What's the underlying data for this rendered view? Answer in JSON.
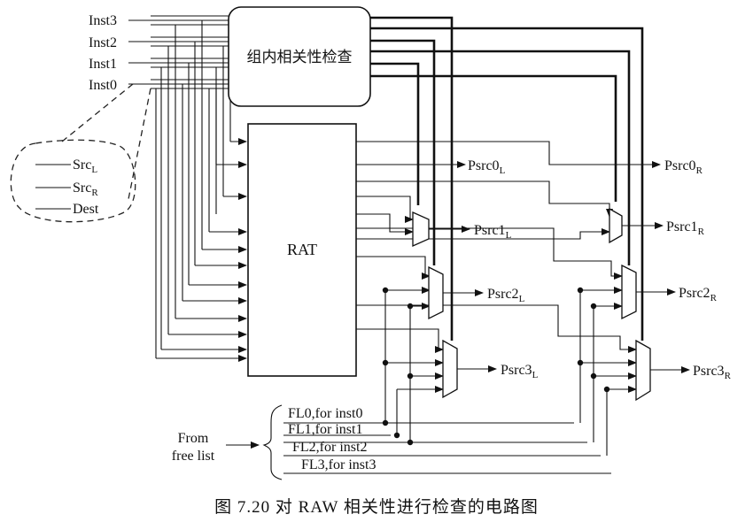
{
  "diagram": {
    "inputs": [
      "Inst3",
      "Inst2",
      "Inst1",
      "Inst0"
    ],
    "check_block_label": "组内相关性检查",
    "rat_label": "RAT",
    "fields": {
      "srcL": "Src",
      "srcL_sub": "L",
      "srcR": "Src",
      "srcR_sub": "R",
      "dest": "Dest"
    },
    "outputs_left": [
      {
        "base": "Psrc0",
        "sub": "L"
      },
      {
        "base": "Psrc1",
        "sub": "L"
      },
      {
        "base": "Psrc2",
        "sub": "L"
      },
      {
        "base": "Psrc3",
        "sub": "L"
      }
    ],
    "outputs_right": [
      {
        "base": "Psrc0",
        "sub": "R"
      },
      {
        "base": "Psrc1",
        "sub": "R"
      },
      {
        "base": "Psrc2",
        "sub": "R"
      },
      {
        "base": "Psrc3",
        "sub": "R"
      }
    ],
    "free_list": {
      "label_line1": "From",
      "label_line2": "free list",
      "entries": [
        "FL0,for inst0",
        "FL1,for inst1",
        "FL2,for inst2",
        "FL3,for inst3"
      ]
    },
    "caption": "图 7.20   对 RAW 相关性进行检查的电路图"
  }
}
